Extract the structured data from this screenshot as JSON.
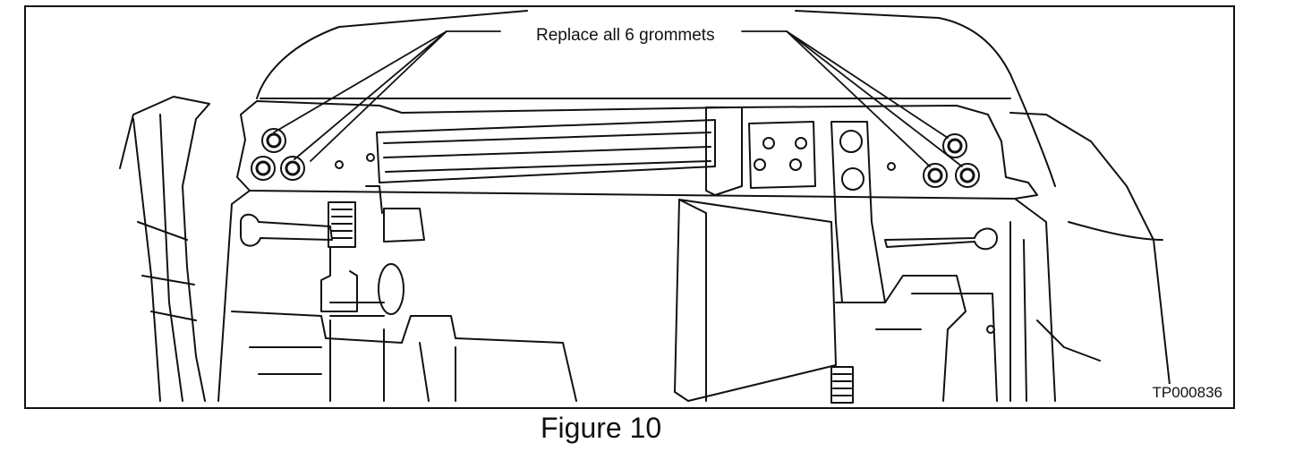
{
  "callout": {
    "text": "Replace all 6 grommets"
  },
  "figure": {
    "id": "TP000836",
    "caption": "Figure 10"
  }
}
